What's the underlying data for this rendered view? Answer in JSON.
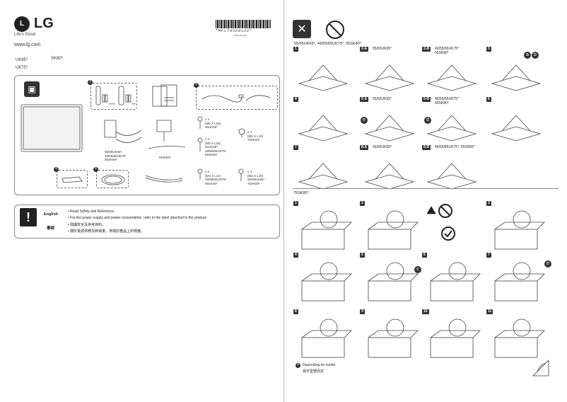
{
  "brand": {
    "logo": "LG",
    "tagline": "Life's Good",
    "website": "www.lg.com"
  },
  "models": {
    "line1": "UK65*",
    "line2": "UK75*",
    "line3": "SK80*"
  },
  "barcode": {
    "number": "*MFL70320122*",
    "sub": "(1802-REV00)"
  },
  "parts": {
    "battery_label_1": "AAA",
    "battery_label_2": "AA",
    "stand_label_1": "55/65UK65*\n49/55/65UK75*\n55SK80*",
    "stand_label_2": "75SK80*",
    "screw_a_qty": "x 4",
    "screw_a_spec": "(M5 X L20)",
    "screw_a_models": "55UK65*",
    "screw_b_qty": "x 4",
    "screw_b_spec": "(M5 X L25)",
    "screw_b_models": "65UK65*\n49/55/65UK75*\n55SK80*",
    "screw_c_qty": "x 4",
    "screw_c_spec": "(M5 X L12)",
    "screw_c_models": "75SK80*",
    "screw_d_qty": "x 4",
    "screw_d_spec": "(M4 X L12)",
    "screw_d_models": "49/55/65UK75*\n55SK80*",
    "screw_e_qty": "x 4",
    "screw_e_spec": "(M4 X L20)",
    "screw_e_models": "55/65UK65*\n75SK80*"
  },
  "safety": {
    "lang_en": "English",
    "lang_zh": "專師",
    "line1": "• Read Safety and Reference.",
    "line2": "• For the power supply and power consumption, refer to the label attached to the product.",
    "line3": "• 閱讀安全及參考資料。",
    "line4": "• 關於電源供應及耗電量，參閱於產品上的標籤。"
  },
  "right": {
    "header1": "55/65UK65*, 49/55/65UK75*, 55SK80*",
    "steps_top": [
      {
        "n": "1",
        "label": ""
      },
      {
        "n": "2-A",
        "label": "55/65UK65*"
      },
      {
        "n": "2-B",
        "label": "49/55/65UK75*\n55SK80*"
      },
      {
        "n": "3",
        "label": ""
      },
      {
        "n": "4",
        "label": ""
      },
      {
        "n": "5-A",
        "label": "55/65UK65*"
      },
      {
        "n": "5-B",
        "label": "49/55/65UK75*\n55SK80*"
      },
      {
        "n": "6",
        "label": ""
      },
      {
        "n": "7",
        "label": ""
      },
      {
        "n": "8-A",
        "label": "55/65UK65*"
      },
      {
        "n": "8-B",
        "label": "49/55/65UK75*, 55SK80*"
      }
    ],
    "header2": "75SK80*",
    "steps_bottom": [
      "1",
      "2",
      "3",
      "4",
      "5",
      "6",
      "7",
      "8",
      "9",
      "10",
      "11"
    ],
    "circle_a": "a",
    "circle_b": "b",
    "circle_c": "c",
    "circle_d": "d",
    "circle_e": "e",
    "footnote_en": "Depending on model",
    "footnote_zh": "視乎型號而定"
  }
}
